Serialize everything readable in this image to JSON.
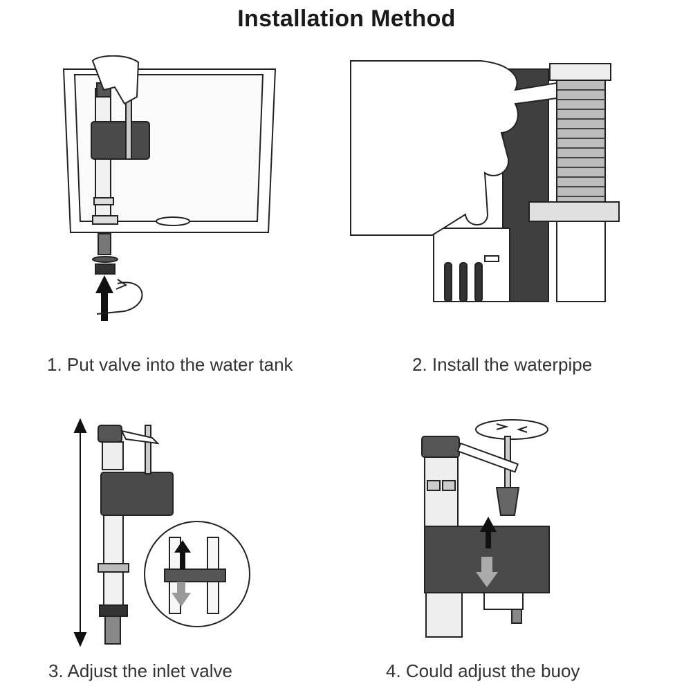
{
  "page": {
    "title": "Installation Method"
  },
  "steps": [
    {
      "caption": "1. Put valve into the water tank"
    },
    {
      "caption": "2. Install the waterpipe"
    },
    {
      "caption": "3. Adjust the inlet valve"
    },
    {
      "caption": "4. Could adjust the buoy"
    }
  ],
  "colors": {
    "ink": "#1a1a1a",
    "body_gray": "#555555",
    "dark_gray": "#3a3a3a",
    "light_gray": "#e6e6e6",
    "background": "#ffffff"
  }
}
